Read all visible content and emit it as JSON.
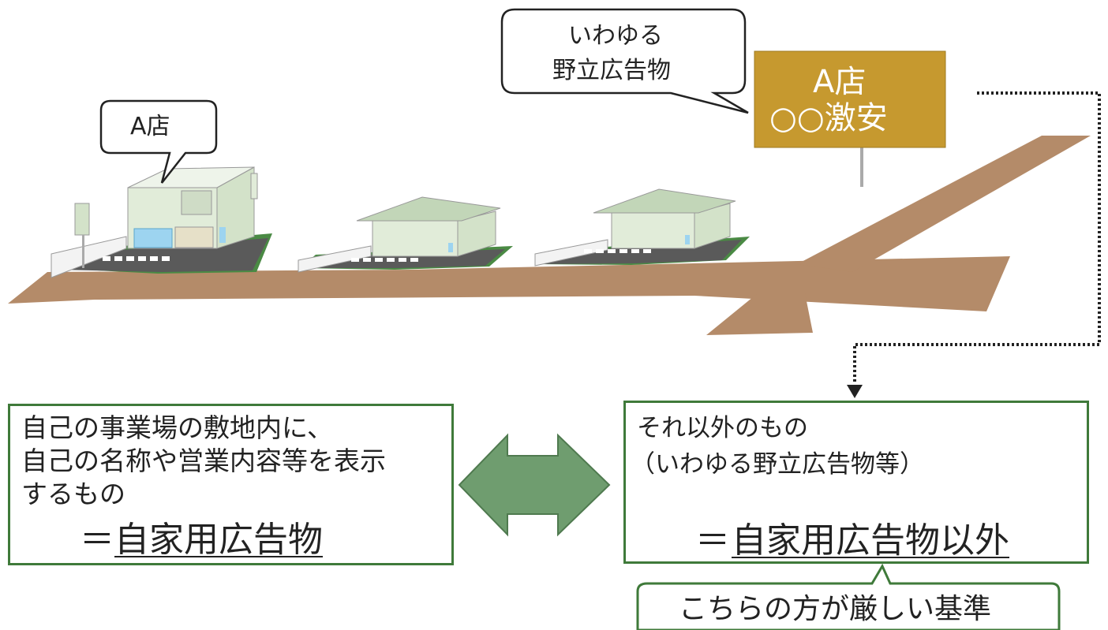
{
  "bubbles": {
    "store_label": "A店",
    "billboard_line1": "いわゆる",
    "billboard_line2": "野立広告物"
  },
  "billboard": {
    "line1": "A店",
    "line2": "○○激安"
  },
  "left_box": {
    "line1": "自己の事業場の敷地内に、",
    "line2": "自己の名称や営業内容等を表示",
    "line3": "するもの",
    "eq": "＝",
    "term": "自家用広告物"
  },
  "right_box": {
    "line1": "それ以外のもの",
    "line2": "（いわゆる野立広告物等）",
    "eq": "＝",
    "term": "自家用広告物以外"
  },
  "note": "こちらの方が厳しい基準",
  "colors": {
    "road": "#b48b69",
    "box_border": "#3f7a3a",
    "arrow": "#6f9d6f",
    "billboard": "#c6992f",
    "house": "#e1ecd9",
    "roof": "#c2d6b8"
  }
}
